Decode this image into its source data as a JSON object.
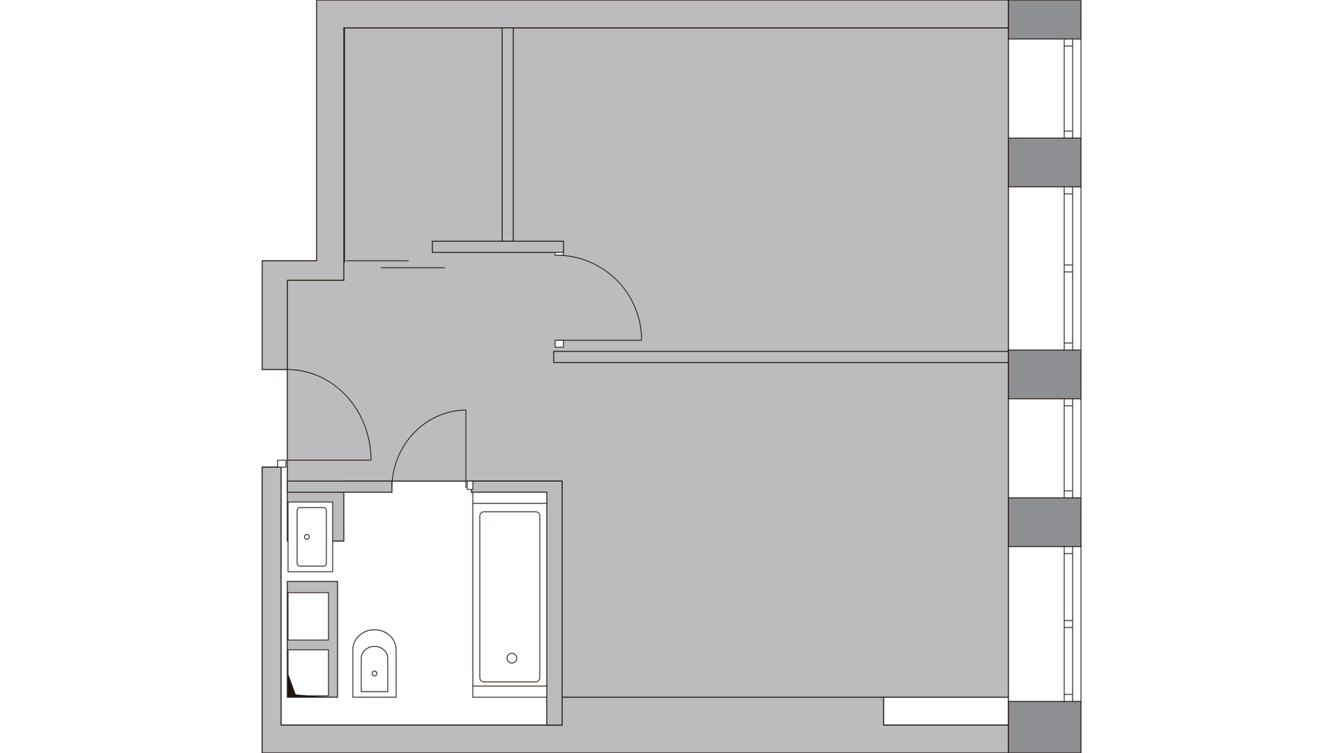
{
  "plan": {
    "colors": {
      "background": "#ffffff",
      "wall_fill": "#bcbcbe",
      "column_fill": "#8e8f93",
      "line": "#2a1d17",
      "fixture_fill": "#ffffff",
      "dark_accent": "#1f1511"
    },
    "rooms": [
      "entrance-hall",
      "storage-room",
      "bedroom",
      "living-room",
      "bathroom"
    ],
    "doors": [
      "entry-door",
      "bedroom-door",
      "bathroom-door",
      "storage-sliding-door"
    ],
    "fixtures": [
      "sink",
      "toilet",
      "bathtub",
      "washer-niche",
      "shaft-niche"
    ],
    "windows": 4
  }
}
